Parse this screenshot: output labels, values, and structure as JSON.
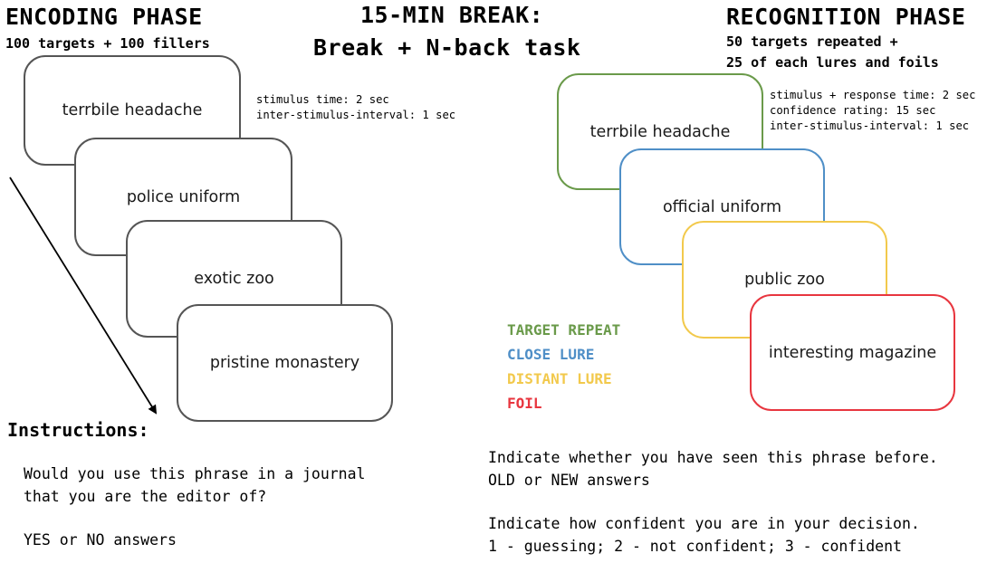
{
  "encoding": {
    "title": "ENCODING PHASE",
    "subtitle": "100 targets + 100 fillers",
    "timing": [
      "stimulus time: 2 sec",
      "inter-stimulus-interval: 1 sec"
    ],
    "cards": [
      "terrbile headache",
      "police uniform",
      "exotic zoo",
      "pristine monastery"
    ],
    "card_border_color": "#555555"
  },
  "break": {
    "title_line1": "15-MIN BREAK:",
    "title_line2": "Break + N-back task"
  },
  "recognition": {
    "title": "RECOGNITION PHASE",
    "subtitle_line1": "50 targets repeated +",
    "subtitle_line2": "25 of each lures and foils",
    "timing": [
      "stimulus + response time: 2 sec",
      "confidence rating: 15 sec",
      "inter-stimulus-interval: 1 sec"
    ],
    "cards": [
      {
        "text": "terrbile headache",
        "color": "#6a9a4a"
      },
      {
        "text": "official uniform",
        "color": "#4f8fc7"
      },
      {
        "text": "public zoo",
        "color": "#f2c94c"
      },
      {
        "text": "interesting magazine",
        "color": "#e8363f"
      }
    ]
  },
  "legend": [
    {
      "label": "TARGET REPEAT",
      "color": "#6a9a4a"
    },
    {
      "label": "CLOSE LURE",
      "color": "#4f8fc7"
    },
    {
      "label": "DISTANT LURE",
      "color": "#f2c94c"
    },
    {
      "label": "FOIL",
      "color": "#e8363f"
    }
  ],
  "instructions": {
    "heading": "Instructions:",
    "encoding_line1": "Would you use this phrase in a journal",
    "encoding_line2": "that you are the editor of?",
    "encoding_answers": "YES or NO answers",
    "recognition_line1": "Indicate whether you have seen this phrase before.",
    "recognition_line2": "OLD or NEW answers",
    "recognition_line3": "Indicate how confident you are in your decision.",
    "recognition_line4": "1 - guessing; 2 - not confident; 3 - confident"
  }
}
